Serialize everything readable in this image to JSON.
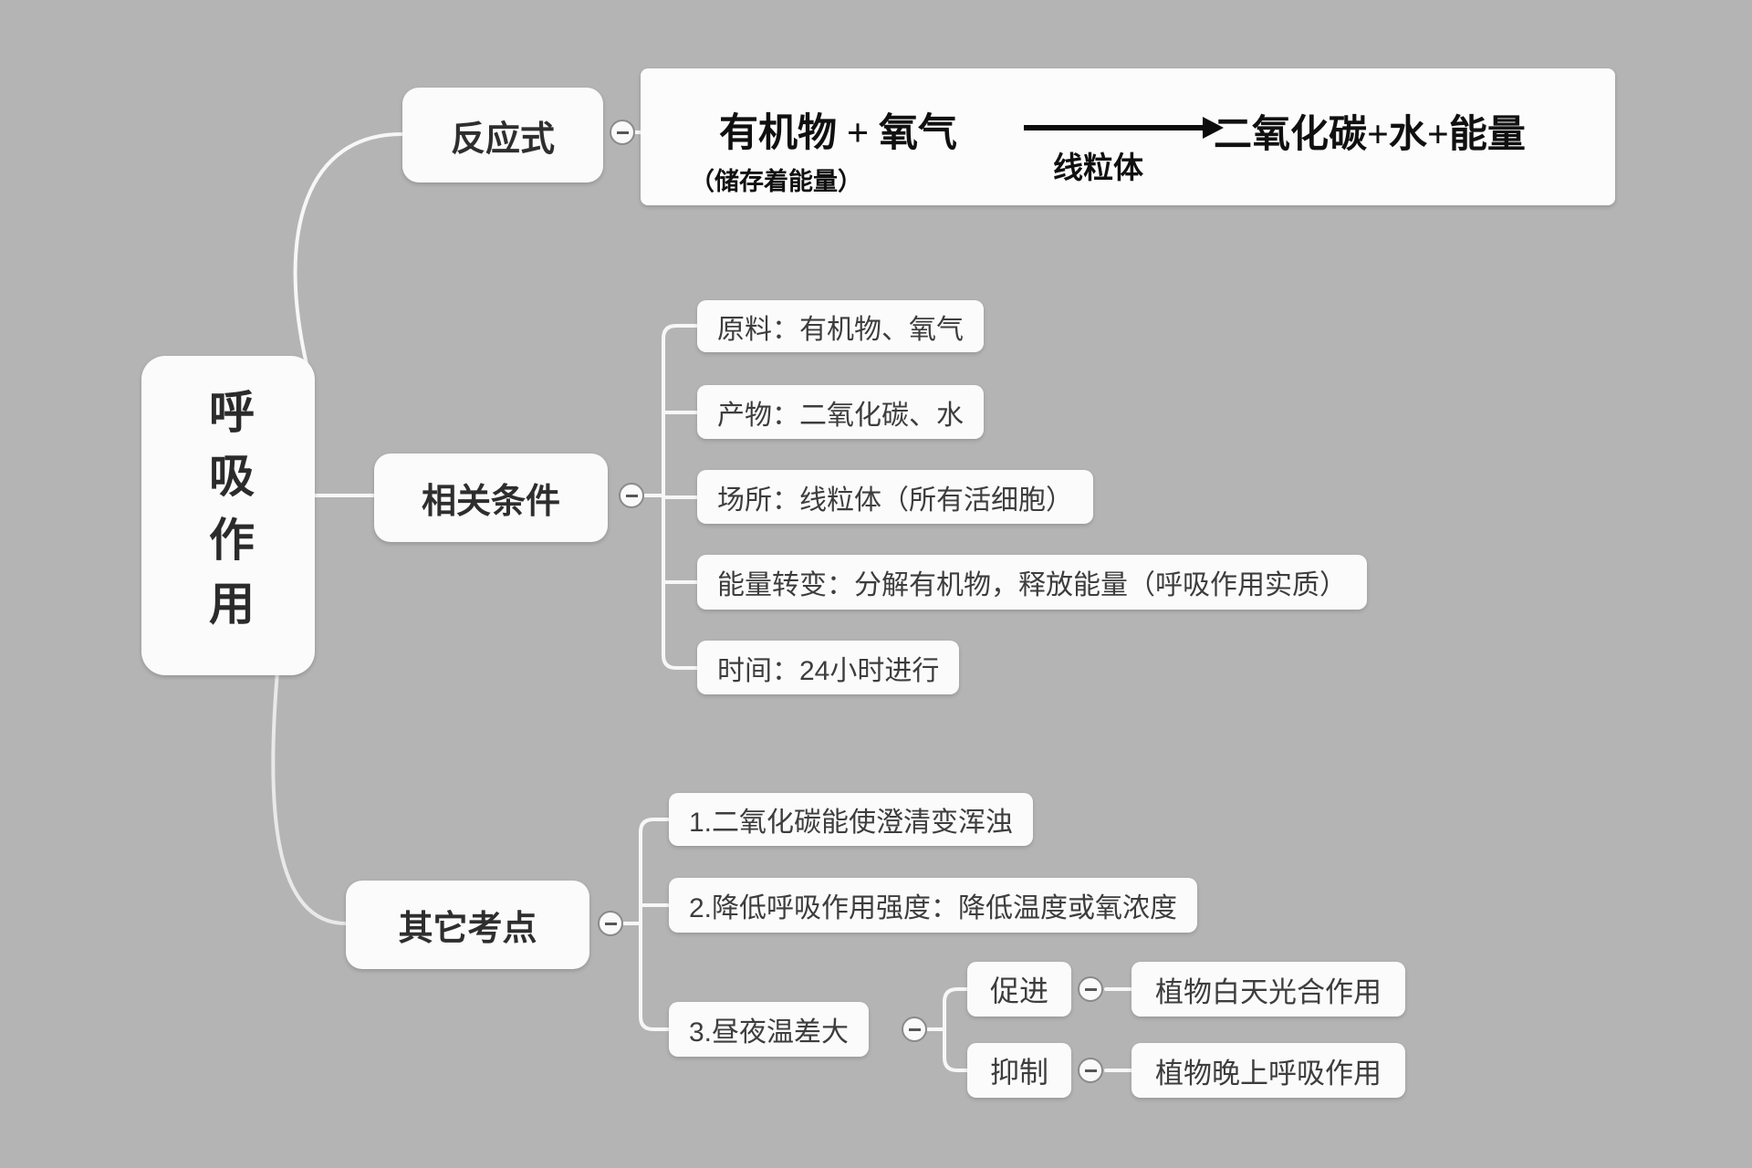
{
  "colors": {
    "background": "#b4b4b4",
    "node_fill": "#fbfbfb",
    "text": "#2e2e2e",
    "connector": "#f7f7f7",
    "arrow": "#0c0c0c"
  },
  "root": {
    "label": "呼吸作用"
  },
  "branch_reaction": {
    "label": "反应式",
    "formula": {
      "reactants": "有机物 + 氧气",
      "reactant_note": "（储存着能量）",
      "catalyst": "线粒体",
      "products": "二氧化碳+水+能量"
    }
  },
  "branch_conditions": {
    "label": "相关条件",
    "items": [
      "原料：有机物、氧气",
      "产物：二氧化碳、水",
      "场所：线粒体（所有活细胞）",
      "能量转变：分解有机物，释放能量（呼吸作用实质）",
      "时间：24小时进行"
    ]
  },
  "branch_other": {
    "label": "其它考点",
    "items": [
      "1.二氧化碳能使澄清变浑浊",
      "2.降低呼吸作用强度：降低温度或氧浓度"
    ],
    "item3": {
      "label": "3.昼夜温差大",
      "sub": [
        {
          "label": "促进",
          "target": "植物白天光合作用"
        },
        {
          "label": "抑制",
          "target": "植物晚上呼吸作用"
        }
      ]
    }
  }
}
